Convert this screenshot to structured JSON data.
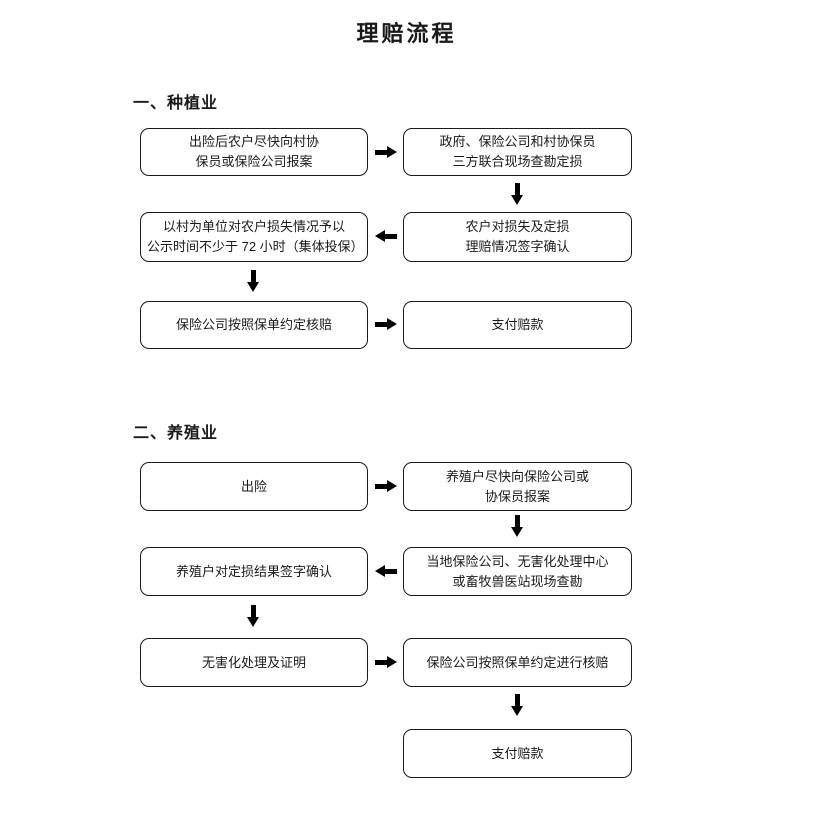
{
  "title": "理赔流程",
  "colors": {
    "background": "#ffffff",
    "box_border": "#1a1a1a",
    "text": "#1a1a1a",
    "arrow": "#000000"
  },
  "icons": {
    "arrow_right": "solid-block-arrow-right",
    "arrow_left": "solid-block-arrow-left",
    "arrow_down": "solid-block-arrow-down"
  },
  "sections": [
    {
      "heading": "一、种植业",
      "boxes": [
        {
          "text": "出险后农户尽快向村协\n保员或保险公司报案"
        },
        {
          "text": "政府、保险公司和村协保员\n三方联合现场查勘定损"
        },
        {
          "text": "以村为单位对农户损失情况予以\n公示时间不少于 72 小时（集体投保）"
        },
        {
          "text": "农户对损失及定损\n理赔情况签字确认"
        },
        {
          "text": "保险公司按照保单约定核赔"
        },
        {
          "text": "支付赔款"
        }
      ]
    },
    {
      "heading": "二、养殖业",
      "boxes": [
        {
          "text": "出险"
        },
        {
          "text": "养殖户尽快向保险公司或\n协保员报案"
        },
        {
          "text": "养殖户对定损结果签字确认"
        },
        {
          "text": "当地保险公司、无害化处理中心\n或畜牧兽医站现场查勘"
        },
        {
          "text": "无害化处理及证明"
        },
        {
          "text": "保险公司按照保单约定进行核赔"
        },
        {
          "text": "支付赔款"
        }
      ]
    }
  ]
}
